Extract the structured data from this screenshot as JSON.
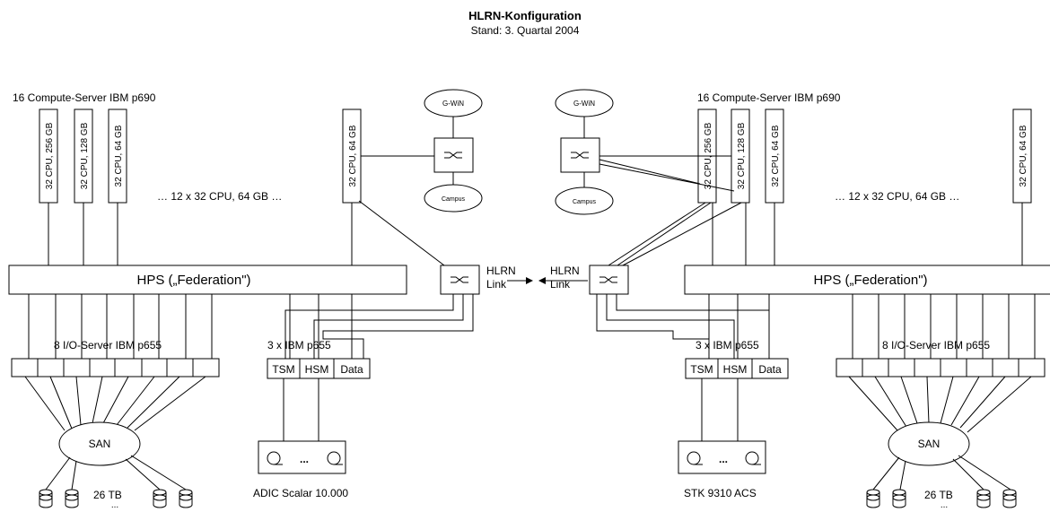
{
  "title": "HLRN-Konfiguration",
  "subtitle": "Stand: 3. Quartal 2004",
  "left": {
    "compute_label": "16 Compute-Server IBM p690",
    "servers": [
      "32 CPU, 256 GB",
      "32 CPU, 128 GB",
      "32 CPU, 64 GB"
    ],
    "server_far": "32 CPU, 64 GB",
    "more_servers": "… 12 x 32 CPU, 64 GB …",
    "hps": "HPS („Federation\")",
    "io_label": "8 I/O-Server IBM p655",
    "san": "SAN",
    "storage": "26 TB",
    "storage_dots": "...",
    "p655_label": "3 x IBM p655",
    "tsm": "TSM",
    "hsm": "HSM",
    "data": "Data",
    "tape_dots": "...",
    "library": "ADIC Scalar 10.000",
    "gwin": "G-WiN",
    "campus": "Campus",
    "link_a": "HLRN",
    "link_b": "Link"
  },
  "right": {
    "compute_label": "16 Compute-Server IBM p690",
    "servers": [
      "32 CPU, 256 GB",
      "32 CPU, 128 GB",
      "32 CPU, 64 GB"
    ],
    "server_far": "32 CPU, 64 GB",
    "more_servers": "… 12 x 32 CPU, 64 GB …",
    "hps": "HPS („Federation\")",
    "io_label": "8 I/O-Server IBM p655",
    "san": "SAN",
    "storage": "26 TB",
    "storage_dots": "...",
    "p655_label": "3 x IBM p655",
    "tsm": "TSM",
    "hsm": "HSM",
    "data": "Data",
    "tape_dots": "...",
    "library": "STK 9310 ACS",
    "gwin": "G-WiN",
    "campus": "Campus",
    "link_a": "HLRN",
    "link_b": "Link"
  }
}
